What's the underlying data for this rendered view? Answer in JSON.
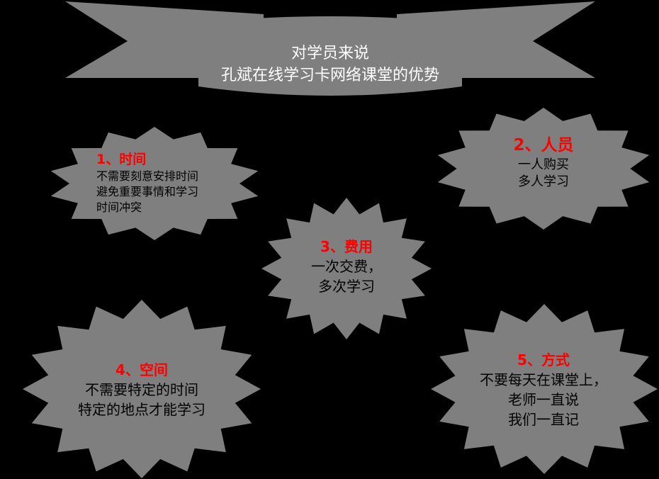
{
  "colors": {
    "background": "#000000",
    "shape_fill": "#7f7f7f",
    "banner_fill": "#7f7f7f",
    "title_text": "#ffffff",
    "card_title": "#ff0000",
    "card_text": "#000000"
  },
  "banner": {
    "line1": "对学员来说",
    "line2": "孔斌在线学习卡网络课堂的优势"
  },
  "cards": [
    {
      "title": "1、时间",
      "lines": [
        "不需要刻意安排时间",
        "避免重要事情和学习",
        "时间冲突"
      ]
    },
    {
      "title": "2、人员",
      "lines": [
        "一人购买",
        "多人学习"
      ]
    },
    {
      "title": "3、费用",
      "lines": [
        "一次交费，",
        "多次学习"
      ]
    },
    {
      "title": "4、空间",
      "lines": [
        "不需要特定的时间",
        "特定的地点才能学习"
      ]
    },
    {
      "title": "5、方式",
      "lines": [
        "不要每天在课堂上，",
        "老师一直说",
        "我们一直记"
      ]
    }
  ]
}
